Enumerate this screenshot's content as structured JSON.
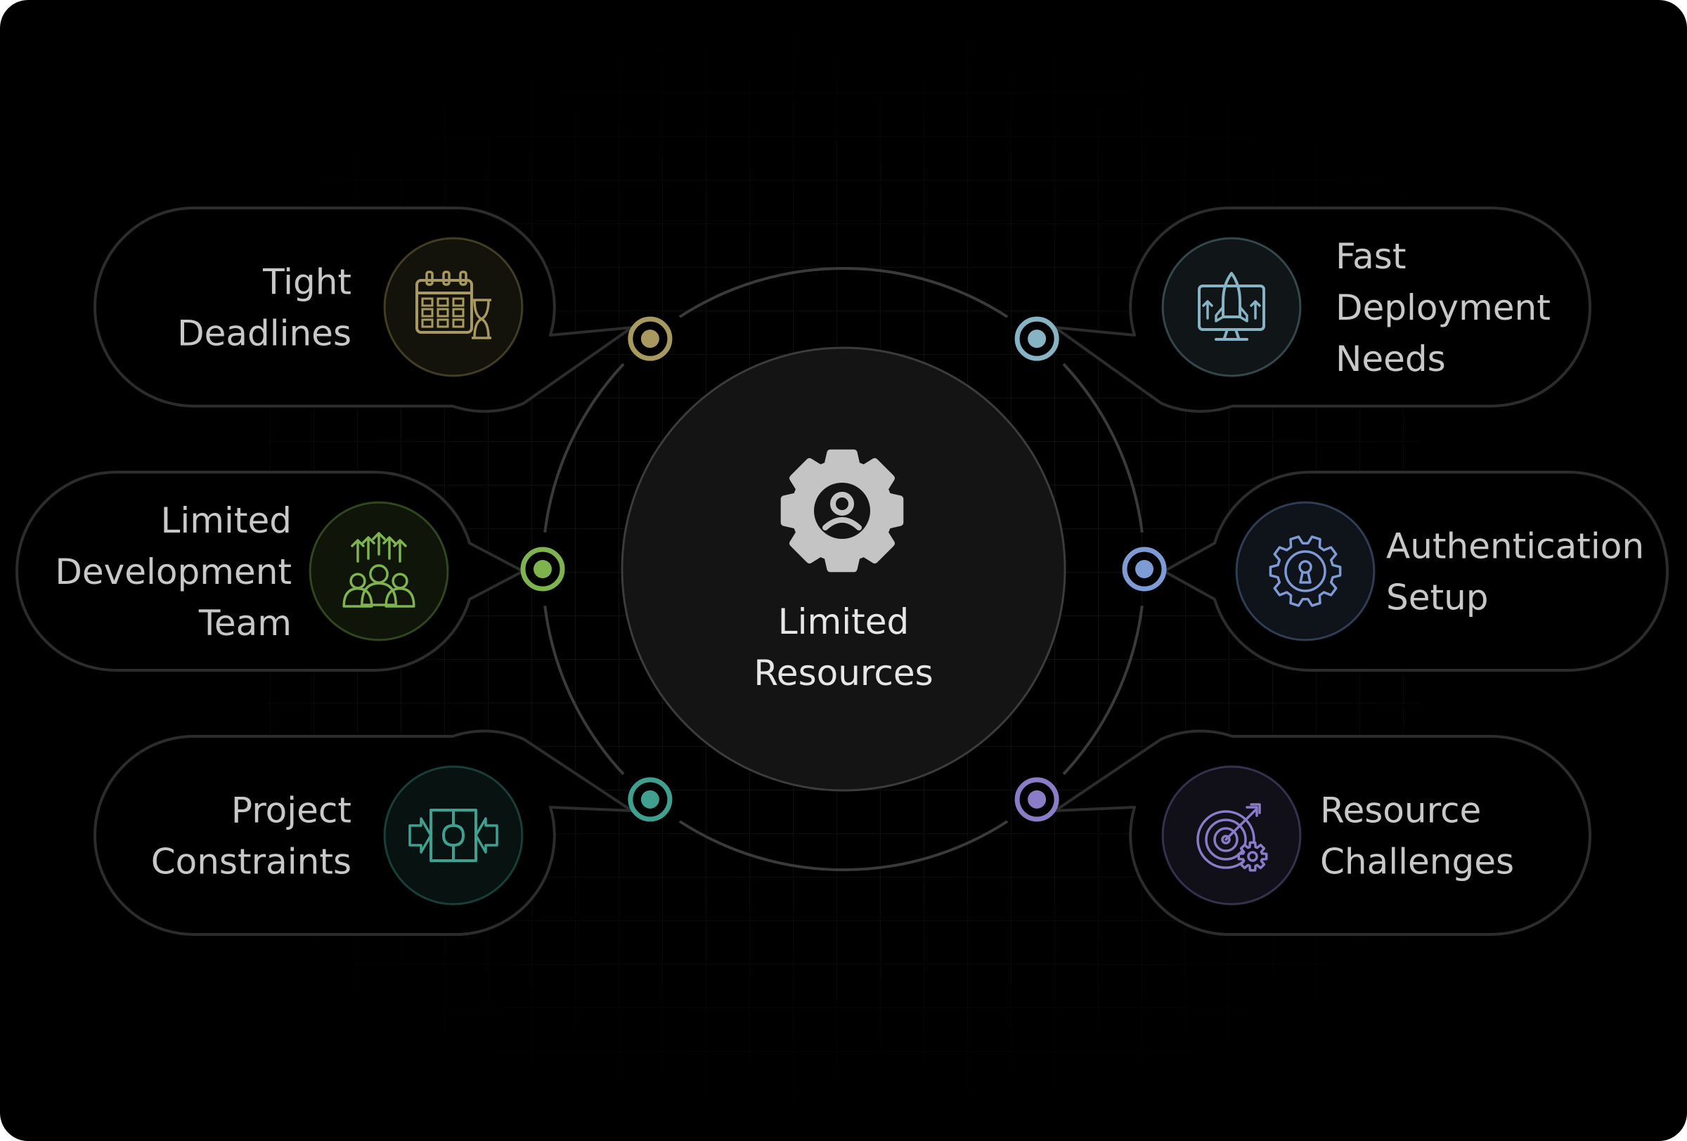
{
  "center": {
    "label_lines": [
      "Limited",
      "Resources"
    ],
    "icon": "gear-person-icon"
  },
  "items": [
    {
      "id": "tight-deadlines",
      "lines": [
        "Tight",
        "Deadlines"
      ],
      "icon": "calendar-hourglass-icon",
      "color": "#A89A5E"
    },
    {
      "id": "limited-development-team",
      "lines": [
        "Limited",
        "Development",
        "Team"
      ],
      "icon": "team-growth-icon",
      "color": "#7FB34E"
    },
    {
      "id": "project-constraints",
      "lines": [
        "Project",
        "Constraints"
      ],
      "icon": "puzzle-constraint-icon",
      "color": "#3FA08F"
    },
    {
      "id": "fast-deployment-needs",
      "lines": [
        "Fast",
        "Deployment",
        "Needs"
      ],
      "icon": "rocket-monitor-icon",
      "color": "#86B4C4"
    },
    {
      "id": "authentication-setup",
      "lines": [
        "Authentication",
        "Setup"
      ],
      "icon": "gear-lock-icon",
      "color": "#7E9BD6"
    },
    {
      "id": "resource-challenges",
      "lines": [
        "Resource",
        "Challenges"
      ],
      "icon": "target-gear-icon",
      "color": "#8B7CC8"
    }
  ],
  "colors": {
    "background": "#000000",
    "frame": "#000000",
    "ring": "#3a3a3a",
    "bubble_stroke": "#2c2c2c",
    "text": "#c8c8c8",
    "center_fill": "#141414",
    "center_icon": "#c4c4c4"
  }
}
